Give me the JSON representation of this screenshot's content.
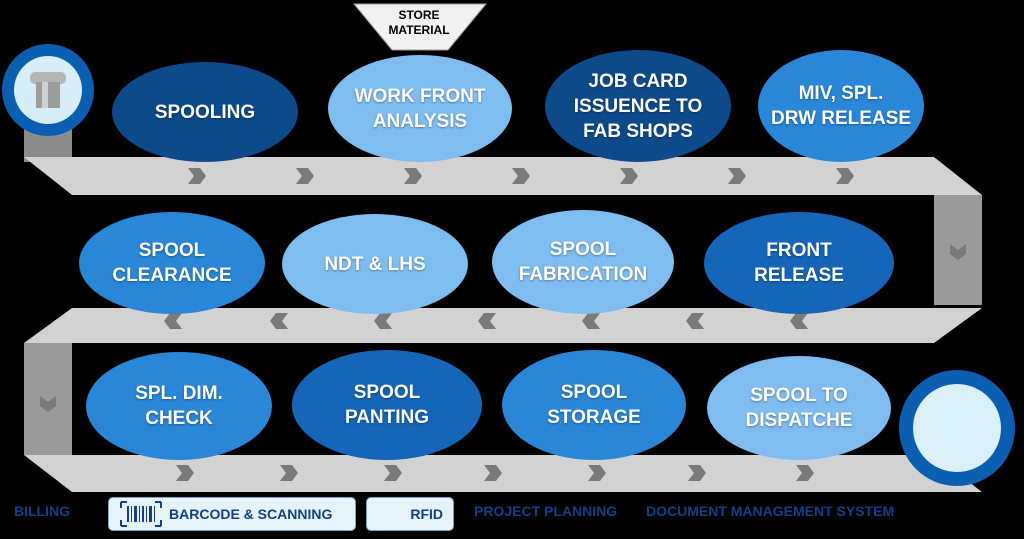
{
  "store_label": "STORE\nMATERIAL",
  "process_nodes": [
    {
      "label": "SPOOLING"
    },
    {
      "label": "WORK FRONT\nANALYSIS"
    },
    {
      "label": "JOB CARD\nISSUENCE TO\nFAB SHOPS"
    },
    {
      "label": "MIV, SPL.\nDRW RELEASE"
    },
    {
      "label": "FRONT\nRELEASE"
    },
    {
      "label": "SPOOL\nFABRICATION"
    },
    {
      "label": "NDT & LHS"
    },
    {
      "label": "SPOOL\nCLEARANCE"
    },
    {
      "label": "SPL. DIM.\nCHECK"
    },
    {
      "label": "SPOOL\nPANTING"
    },
    {
      "label": "SPOOL\nSTORAGE"
    },
    {
      "label": "SPOOL TO\nDISPATCHE"
    }
  ],
  "bottom_systems": [
    {
      "label": "BILLING"
    },
    {
      "label": "BARCODE & SCANNING"
    },
    {
      "label": "RFID"
    },
    {
      "label": "PROJECT PLANNING"
    },
    {
      "label": "DOCUMENT MANAGEMENT SYSTEM"
    }
  ],
  "colors": {
    "dark_blue": "#0d4a8a",
    "mid_blue": "#2a86d6",
    "light_blue": "#7fbcf0",
    "belt_grey": "#c8c8c8",
    "background": "#000000"
  }
}
